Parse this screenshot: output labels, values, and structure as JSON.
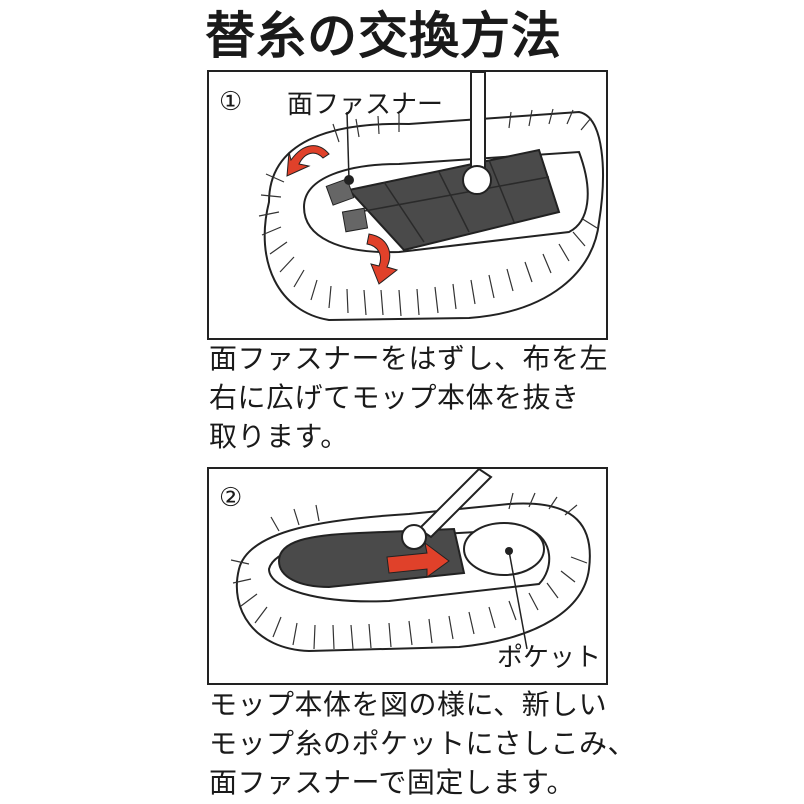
{
  "title": "替糸の交換方法",
  "steps": [
    {
      "number": "①",
      "callout": "面ファスナー",
      "caption_lines": [
        "面ファスナーをはずし、布を左",
        "右に広げてモップ本体を抜き",
        "取ります。"
      ]
    },
    {
      "number": "②",
      "callout": "ポケット",
      "caption_lines": [
        "モップ本体を図の様に、新しい",
        "モップ糸のポケットにさしこみ、",
        "面ファスナーで固定します。"
      ]
    }
  ],
  "colors": {
    "arrow": "#e0412a",
    "plate": "#4a4a4a",
    "ink": "#1a1a1a"
  }
}
